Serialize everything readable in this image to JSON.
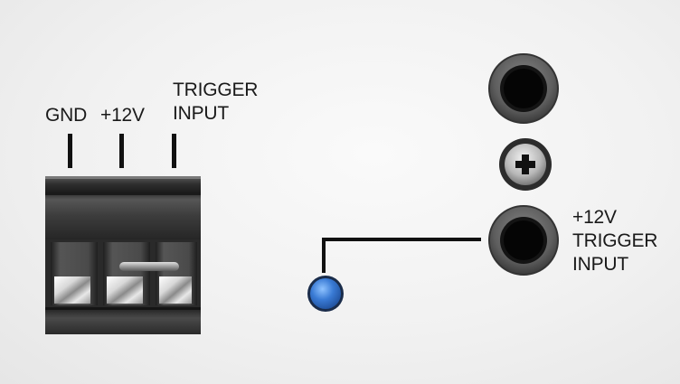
{
  "terminal_block": {
    "labels": {
      "gnd": "GND",
      "plus12v": "+12V",
      "trigger_input_line1": "TRIGGER",
      "trigger_input_line2": "INPUT"
    }
  },
  "jack_panel": {
    "trigger_jack_label": {
      "line1": "+12V",
      "line2": "TRIGGER",
      "line3": "INPUT"
    },
    "screw_symbol": "+"
  },
  "colors": {
    "led": "#3a7bd5",
    "terminal_body": "#3a3a3a",
    "jack_ring": "#6a6a6a"
  },
  "icons": [
    "screw-terminal-block-icon",
    "audio-jack-icon",
    "screw-head-icon",
    "led-indicator-icon"
  ]
}
